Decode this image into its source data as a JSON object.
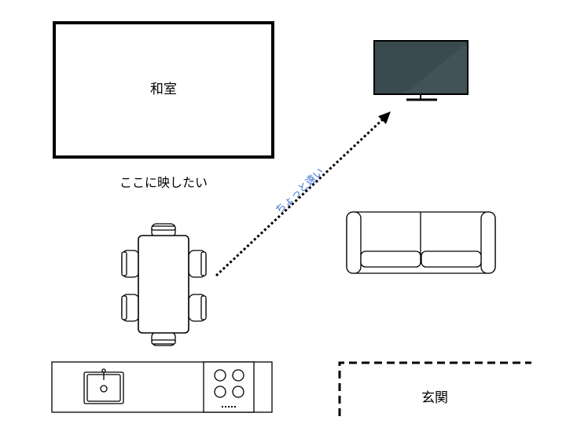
{
  "rooms": {
    "washitsu_label": "和室",
    "genkan_label": "玄関"
  },
  "annotations": {
    "project_here": "ここに映したい",
    "a_bit_far": "ちょっと遠い"
  },
  "colors": {
    "tv_screen": "#3a4a4f",
    "arrow_note": "#3d6fd6",
    "line": "#000000"
  },
  "icons": {
    "tv": "television-icon",
    "table": "dining-table-icon",
    "sofa": "sofa-icon",
    "kitchen": "kitchen-counter-icon"
  }
}
